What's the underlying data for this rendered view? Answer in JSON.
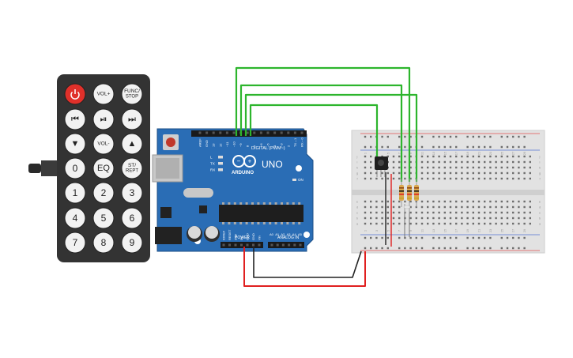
{
  "remote": {
    "buttons": [
      {
        "id": "power",
        "label": "",
        "kind": "power"
      },
      {
        "id": "vol-up",
        "label": "VOL+"
      },
      {
        "id": "func-stop",
        "label": "FUNC/",
        "label2": "STOP"
      },
      {
        "id": "prev",
        "label": "⏮"
      },
      {
        "id": "play-pause",
        "label": "⏯"
      },
      {
        "id": "next",
        "label": "⏭"
      },
      {
        "id": "down",
        "label": "▼"
      },
      {
        "id": "vol-down",
        "label": "VOL-"
      },
      {
        "id": "up",
        "label": "▲"
      },
      {
        "id": "zero",
        "label": "0"
      },
      {
        "id": "eq",
        "label": "EQ"
      },
      {
        "id": "st-rept",
        "label": "ST/",
        "label2": "REPT"
      },
      {
        "id": "one",
        "label": "1"
      },
      {
        "id": "two",
        "label": "2"
      },
      {
        "id": "three",
        "label": "3"
      },
      {
        "id": "four",
        "label": "4"
      },
      {
        "id": "five",
        "label": "5"
      },
      {
        "id": "six",
        "label": "6"
      },
      {
        "id": "seven",
        "label": "7"
      },
      {
        "id": "eight",
        "label": "8"
      },
      {
        "id": "nine",
        "label": "9"
      }
    ]
  },
  "arduino": {
    "brand": "ARDUINO",
    "model": "UNO",
    "digital_label": "DIGITAL (PWM~)",
    "power_label": "POWER",
    "analog_label": "ANALOG IN",
    "led_labels": [
      "L",
      "TX",
      "RX"
    ],
    "on_label": "ON",
    "top_pins": [
      "AREF",
      "GND",
      "13",
      "12",
      "~11",
      "~10",
      "~9",
      "8",
      "7",
      "~6",
      "~5",
      "4",
      "~3",
      "2",
      "TX→1",
      "RX←0"
    ],
    "power_pins": [
      "IOREF",
      "RESET",
      "3.3V",
      "5V",
      "GND",
      "GND",
      "Vin"
    ],
    "analog_pins": [
      "A0",
      "A1",
      "A2",
      "A3",
      "A4",
      "A5"
    ],
    "board_color": "#2a6db5"
  },
  "breadboard": {
    "col_numbers": [
      "1",
      "3",
      "5",
      "7",
      "9",
      "11",
      "13",
      "15",
      "17",
      "19",
      "21",
      "23",
      "25",
      "27",
      "29"
    ],
    "row_letters_top": [
      "j",
      "i",
      "h",
      "g",
      "f"
    ],
    "row_letters_bottom": [
      "e",
      "d",
      "c",
      "b",
      "a"
    ]
  },
  "wires": {
    "signal_color": "#2db52d",
    "power_color": "#e02020",
    "ground_color": "#222222"
  }
}
